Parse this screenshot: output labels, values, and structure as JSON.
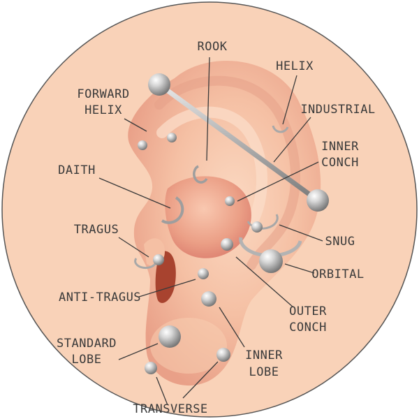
{
  "colors": {
    "background_circle": "#f9d2b8",
    "circle_outline": "#555555",
    "skin_light": "#f7cdb0",
    "skin_mid": "#f2b49a",
    "skin_shadow": "#e79a82",
    "skin_deep": "#d9786a",
    "canal": "#a8432f",
    "metal_light": "#f4f4f4",
    "metal_mid": "#bdbdbd",
    "metal_dark": "#7d7d7d",
    "label_text": "#3a3a3a"
  },
  "labels": {
    "rook": "ROOK",
    "helix": "HELIX",
    "forward_helix": [
      "FORWARD",
      "HELIX"
    ],
    "industrial": "INDUSTRIAL",
    "inner_conch": [
      "INNER",
      "CONCH"
    ],
    "daith": "DAITH",
    "tragus": "TRAGUS",
    "snug": "SNUG",
    "orbital": "ORBITAL",
    "anti_tragus": "ANTI-TRAGUS",
    "outer_conch": [
      "OUTER",
      "CONCH"
    ],
    "standard_lobe": [
      "STANDARD",
      "LOBE"
    ],
    "inner_lobe": [
      "INNER",
      "LOBE"
    ],
    "transverse_lobe": "TRANSVERSE"
  }
}
